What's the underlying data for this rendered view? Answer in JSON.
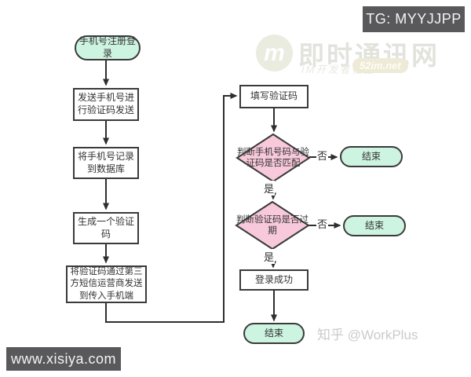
{
  "overlays": {
    "tg_badge": "TG: MYYJJPP",
    "site_badge": "www.xisiya.com",
    "watermark": {
      "logo_letter": "m",
      "title": "即时通讯网",
      "subtitle": "IM开发者社区",
      "domain_pill": "52im.net"
    },
    "credit": "知乎 @WorkPlus"
  },
  "flowchart": {
    "nodes": {
      "start": {
        "label": "手机号注册登录",
        "type": "terminal"
      },
      "send_code": {
        "label": "发送手机号进行验证码发送",
        "type": "process"
      },
      "record_db": {
        "label": "将手机号记录到数据库",
        "type": "process"
      },
      "gen_code": {
        "label": "生成一个验证码",
        "type": "process"
      },
      "send_sms": {
        "label": "将验证码通过第三方短信运营商发送到传入手机端",
        "type": "process"
      },
      "fill_code": {
        "label": "填写验证码",
        "type": "process"
      },
      "match_decision": {
        "label": "判断手机号码与验证码是否匹配",
        "type": "decision"
      },
      "end_match_no": {
        "label": "结束",
        "type": "terminal"
      },
      "expire_decision": {
        "label": "判断验证码是否过期",
        "type": "decision"
      },
      "end_expire_no": {
        "label": "结束",
        "type": "terminal"
      },
      "login_success": {
        "label": "登录成功",
        "type": "process"
      },
      "end_final": {
        "label": "结束",
        "type": "terminal"
      }
    },
    "edge_labels": {
      "yes": "是",
      "no": "否"
    }
  },
  "colors": {
    "terminal_fill": "#cdf3e1",
    "decision_fill": "#f7c9da",
    "process_fill": "#ffffff",
    "line": "#2e2e2e",
    "badge_bg": "#59595b",
    "watermark_gray": "#e3e3dd",
    "credit_gray": "#cbcbcb"
  }
}
